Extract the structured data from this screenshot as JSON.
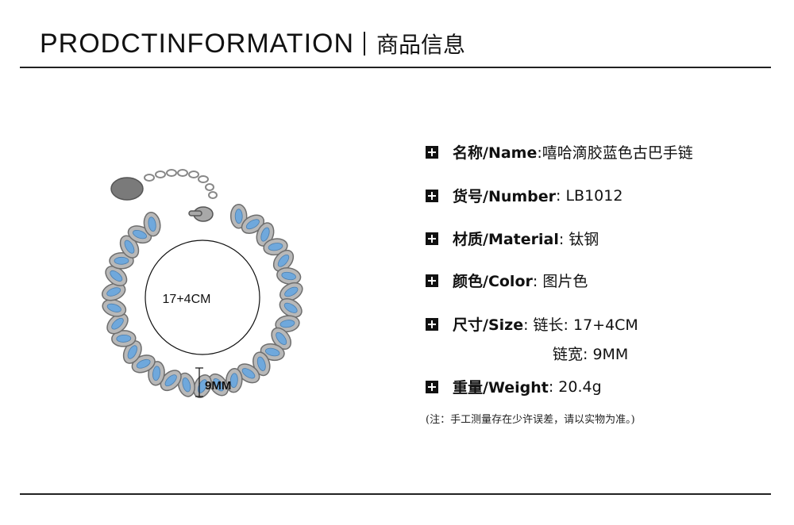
{
  "header": {
    "title_en": "PRODCTINFORMATION",
    "title_cn": "商品信息"
  },
  "product": {
    "size_label": "17+4CM",
    "width_label": "9MM",
    "colors": {
      "enamel": "#6fa8dc",
      "steel": "#b8b8b8",
      "steel_dark": "#6e6e6e",
      "tag": "#7a7a7a"
    }
  },
  "specs": [
    {
      "label": "名称/Name",
      "value": ":嘻哈滴胶蓝色古巴手链"
    },
    {
      "label": "货号/Number",
      "value": ": LB1012"
    },
    {
      "label": "材质/Material",
      "value": ": 钛钢"
    },
    {
      "label": "颜色/Color",
      "value": ": 图片色"
    },
    {
      "label": "尺寸/Size",
      "value": ": 链长: 17+4CM"
    },
    {
      "label": "重量/Weight",
      "value": ": 20.4g"
    }
  ],
  "size_extra": "链宽: 9MM",
  "note": "(注：手工测量存在少许误差，请以实物为准。)"
}
